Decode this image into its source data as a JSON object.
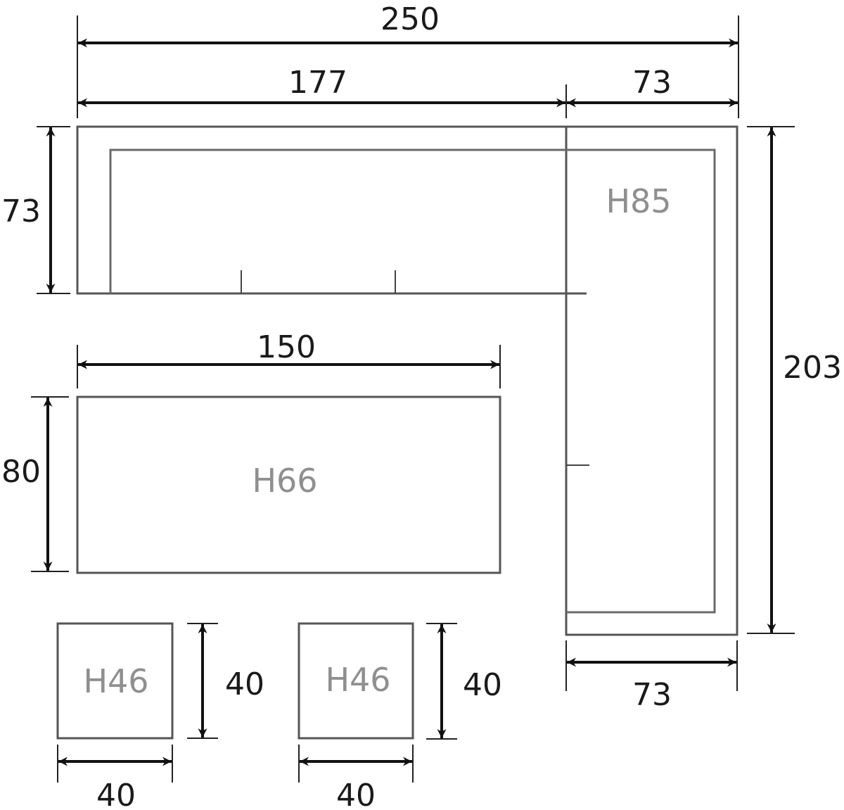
{
  "dimensions": {
    "total_width": "250",
    "left_section_width": "177",
    "corner_width_top": "73",
    "left_section_depth": "73",
    "total_depth": "203",
    "corner_width_bottom": "73",
    "sofa_width": "150",
    "sofa_depth": "80",
    "stool1_depth": "40",
    "stool1_width": "40",
    "stool2_depth": "40",
    "stool2_width": "40"
  },
  "heights": {
    "corner": "H85",
    "sofa": "H66",
    "stool1": "H46",
    "stool2": "H46"
  }
}
